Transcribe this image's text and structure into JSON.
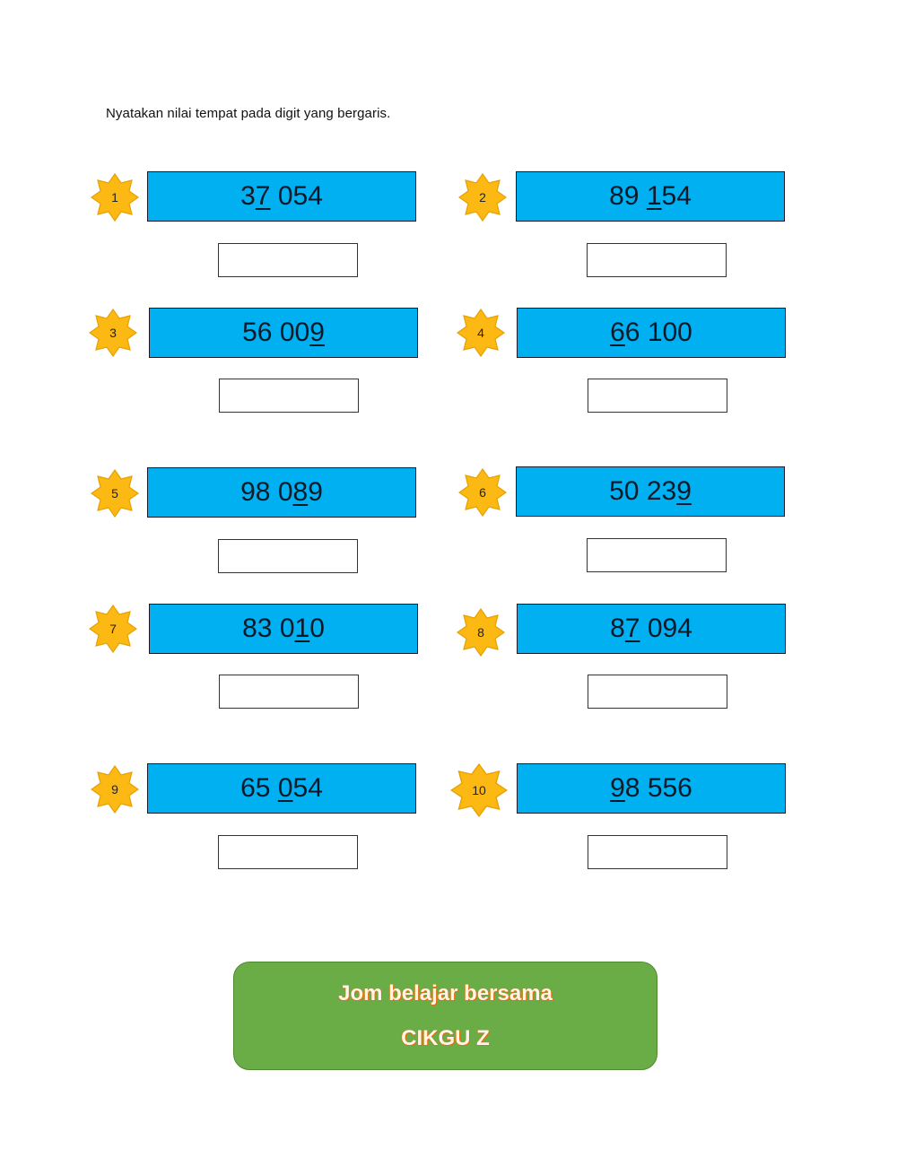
{
  "instruction": "Nyatakan nilai tempat pada digit yang bergaris.",
  "colors": {
    "number_box": "#00b0f0",
    "star_fill": "#fdb913",
    "star_border": "#e6a000",
    "banner_fill": "#6aac46",
    "banner_text_outline": "#e46c0a"
  },
  "questions": [
    {
      "label": "1",
      "before": "3",
      "underlined": "7",
      "after": " 054",
      "answer": ""
    },
    {
      "label": "2",
      "before": "89 ",
      "underlined": "1",
      "after": "54",
      "answer": ""
    },
    {
      "label": "3",
      "before": "56 00",
      "underlined": "9",
      "after": "",
      "answer": ""
    },
    {
      "label": "4",
      "before": "",
      "underlined": "6",
      "after": "6 100",
      "answer": ""
    },
    {
      "label": "5",
      "before": "98 0",
      "underlined": "8",
      "after": "9",
      "answer": ""
    },
    {
      "label": "6",
      "before": "50 23",
      "underlined": "9",
      "after": "",
      "answer": ""
    },
    {
      "label": "7",
      "before": "83 0",
      "underlined": "1",
      "after": "0",
      "answer": ""
    },
    {
      "label": "8",
      "before": "8",
      "underlined": "7",
      "after": " 094",
      "answer": ""
    },
    {
      "label": "9",
      "before": "65 ",
      "underlined": "0",
      "after": "54",
      "answer": ""
    },
    {
      "label": "10",
      "before": "",
      "underlined": "9",
      "after": "8 556",
      "answer": ""
    }
  ],
  "banner": {
    "line1": "Jom belajar bersama",
    "line2": "CIKGU Z"
  }
}
